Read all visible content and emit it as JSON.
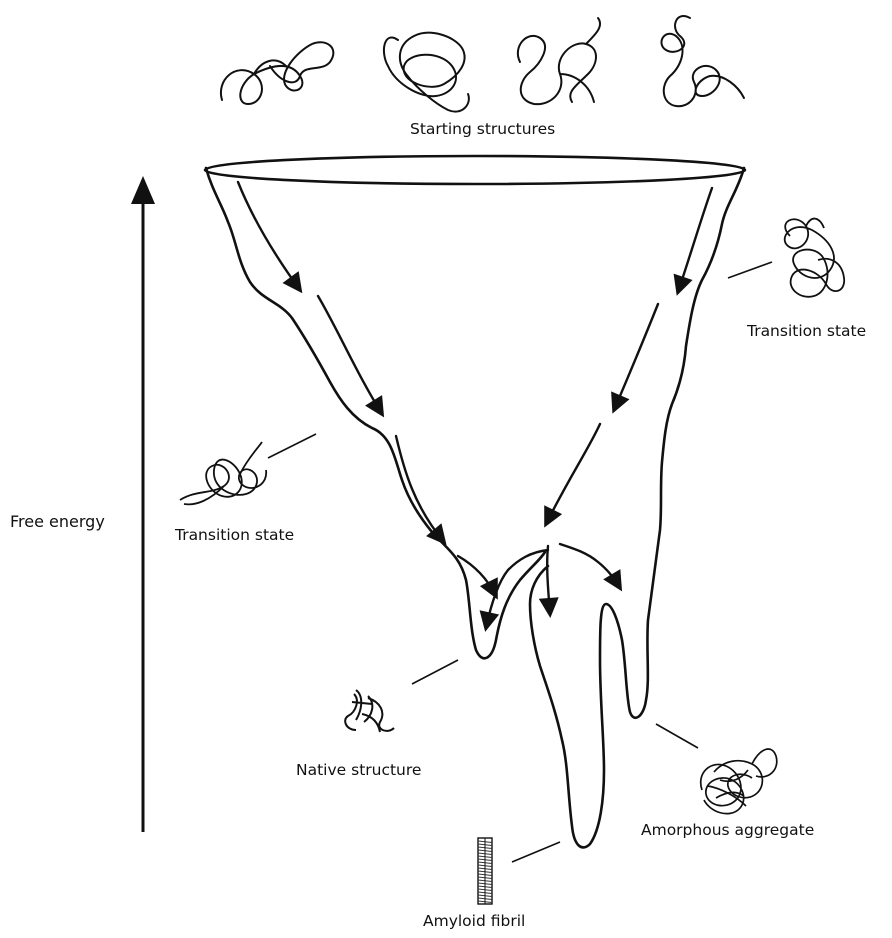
{
  "diagram": {
    "labels": {
      "starting_structures": "Starting structures",
      "transition_state_right": "Transition state",
      "transition_state_left": "Transition state",
      "free_energy": "Free energy",
      "native_structure": "Native structure",
      "amorphous_aggregate": "Amorphous aggregate",
      "amyloid_fibril": "Amyloid fibril"
    },
    "colors": {
      "ink": "#111111",
      "background": "#ffffff"
    }
  }
}
